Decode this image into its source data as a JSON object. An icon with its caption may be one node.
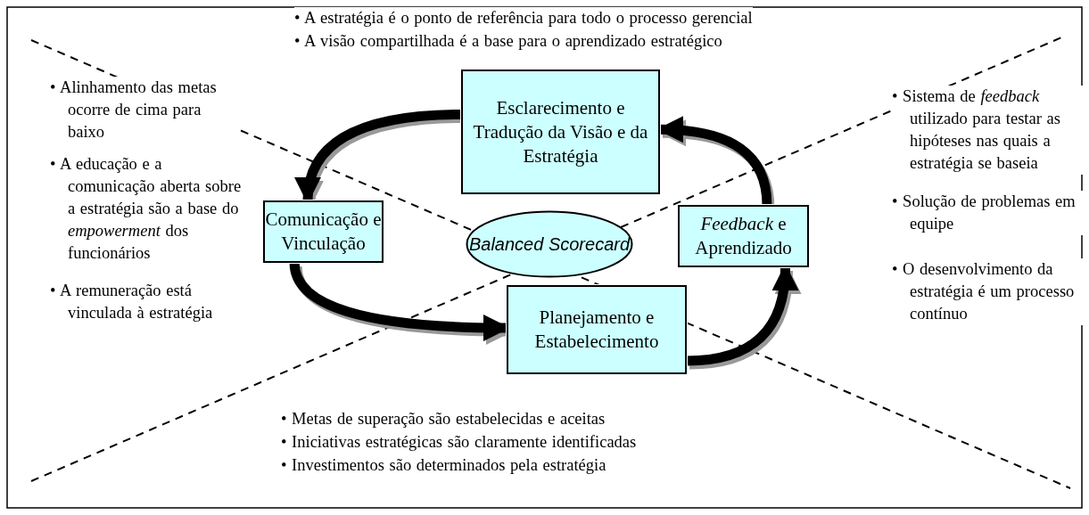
{
  "diagram": {
    "nodes": [
      {
        "text": [
          "Esclarecimento e Tradução da Visão e da Estratégia"
        ]
      },
      {
        "text": [
          "Comunicação e Vinculação"
        ]
      },
      {
        "text": [
          "Balanced Scorecard"
        ]
      },
      {
        "text": [
          "*Feedback* e Aprendizado"
        ]
      },
      {
        "text": [
          "Planejamento e Estabelecimento"
        ]
      }
    ],
    "edges": [
      {
        "from": 0,
        "to": 1,
        "arrow": "to"
      },
      {
        "from": 1,
        "to": 4,
        "arrow": "to"
      },
      {
        "from": 4,
        "to": 3,
        "arrow": "to"
      },
      {
        "from": 3,
        "to": 0,
        "arrow": "to"
      }
    ],
    "labels": [
      "• A estratégia é o ponto de referência para todo o processo gerencial",
      "• A visão compartilhada é a base para o aprendizado estratégico",
      "• Alinhamento das metas ocorre de cima para baixo",
      "• A educação e a comunicação aberta sobre a estratégia são a base do *empowerment* dos funcionários",
      "• A remuneração está vinculada à estratégia",
      "• Sistema de *feedback* utilizado para testar as hipóteses nas quais a estratégia se baseia",
      "• Solução de problemas em equipe",
      "• O desenvolvimento da estratégia é um processo contínuo",
      "• Metas de superação são estabelecidas e aceitas",
      "• Iniciativas estratégicas são claramente identificadas",
      "• Investimentos são determinados pela estratégia"
    ]
  }
}
